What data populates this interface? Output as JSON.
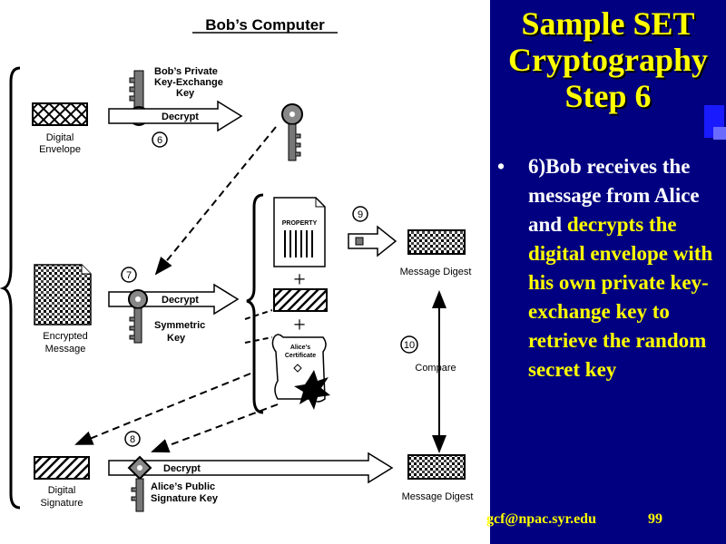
{
  "slide": {
    "title_lines": [
      "Sample SET",
      "Cryptography",
      "Step 6"
    ],
    "bullet_marker": "•",
    "bullet_white": "6)Bob receives the message from Alice and",
    "bullet_yellow": "decrypts the digital envelope with his own private key-exchange key to retrieve the random secret key",
    "footer_email": "gcf@npac.syr.edu",
    "page_number": "99"
  },
  "diagram": {
    "heading": "Bob’s Computer",
    "private_key_lines": [
      "Bob’s Private",
      "Key-Exchange",
      "Key"
    ],
    "decrypt_label": "Decrypt",
    "step_6": "6",
    "step_7": "7",
    "step_8": "8",
    "step_9": "9",
    "step_10": "10",
    "digital_envelope_lines": [
      "Digital",
      "Envelope"
    ],
    "encrypted_message_lines": [
      "Encrypted",
      "Message"
    ],
    "digital_signature_lines": [
      "Digital",
      "Signature"
    ],
    "symmetric_key_lines": [
      "Symmetric",
      "Key"
    ],
    "property_label": "PROPERTY",
    "plus_sign": "+",
    "certificate_lines": [
      "Alice’s",
      "Certificate"
    ],
    "message_digest": "Message Digest",
    "compare": "Compare",
    "public_key_lines": [
      "Alice’s Public",
      "Signature Key"
    ]
  }
}
